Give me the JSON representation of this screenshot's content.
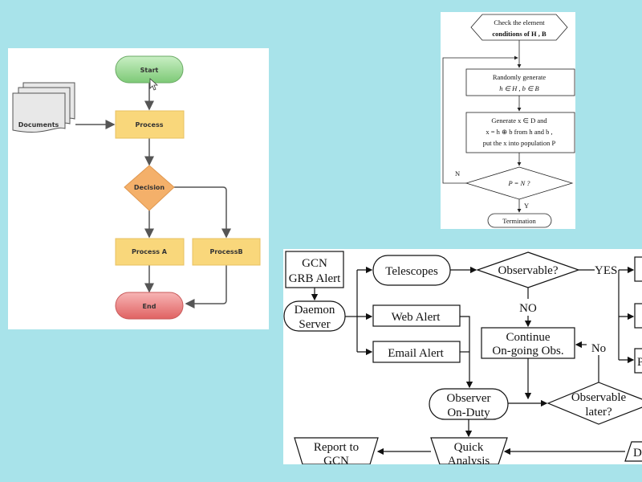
{
  "background_color": "#a8e3ea",
  "diagram1": {
    "nodes": {
      "start": "Start",
      "documents": "Documents",
      "process": "Process",
      "decision": "Decision",
      "process_a": "Process A",
      "process_b": "ProcessB",
      "end": "End"
    },
    "colors": {
      "start": "#8fd38a",
      "process": "#f9d77b",
      "decision": "#f4b06a",
      "end": "#ee8080",
      "documents": "#e8e8e8"
    }
  },
  "diagram2": {
    "nodes": {
      "check_line1": "Check the element",
      "check_line2": "conditions of  H ,  B",
      "random_line1": "Randomly generate",
      "random_line2": "h ∈ H ,  b ∈ B",
      "gen_line1": "Generate  x ∈ D  and",
      "gen_line2": "x = h ⊕ b  from  h  and  b ,",
      "gen_line3": "put the  x  into population  P",
      "condition": "P = N  ?",
      "termination": "Termination"
    },
    "labels": {
      "no": "N",
      "yes": "Y"
    }
  },
  "diagram3": {
    "nodes": {
      "gcn_line1": "GCN",
      "gcn_line2": "GRB Alert",
      "daemon_line1": "Daemon",
      "daemon_line2": "Server",
      "telescopes": "Telescopes",
      "observable": "Observable?",
      "web_alert": "Web Alert",
      "email_alert": "Email Alert",
      "continue_line1": "Continue",
      "continue_line2": "On-going Obs.",
      "observer_line1": "Observer",
      "observer_line2": "On-Duty",
      "later_line1": "Observable",
      "later_line2": "later?",
      "report_line1": "Report to",
      "report_line2": "GCN",
      "quick_line1": "Quick",
      "quick_line2": "Analysis",
      "partial_box": "P",
      "partial_bottom": "D"
    },
    "labels": {
      "yes": "YES",
      "no_upper": "NO",
      "no_lower": "No"
    }
  }
}
